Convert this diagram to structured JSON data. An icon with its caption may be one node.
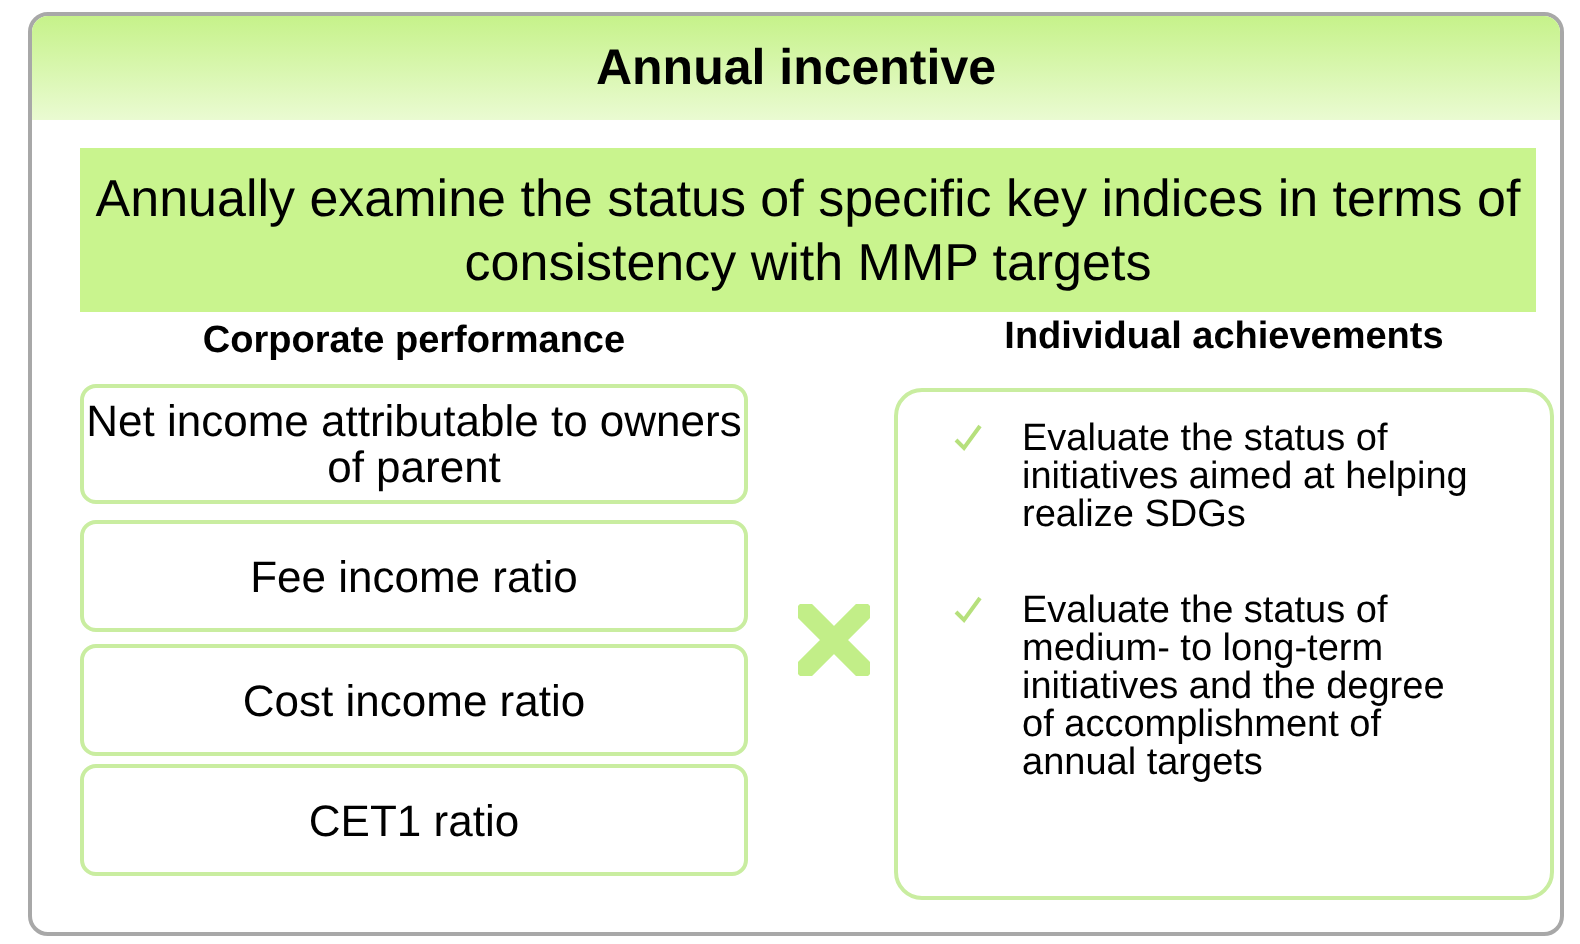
{
  "diagram": {
    "nodes": [
      {
        "text": [
          "Annual incentive"
        ]
      },
      {
        "text": [
          "Annually examine the status of specific key indices in terms of consistency with MMP targets"
        ],
        "in": 0
      },
      {
        "text": [
          "Net income attributable to owners of parent"
        ],
        "in": 0
      },
      {
        "text": [
          "Fee income ratio"
        ],
        "in": 0
      },
      {
        "text": [
          "Cost income ratio"
        ],
        "in": 0
      },
      {
        "text": [
          "CET1 ratio"
        ],
        "in": 0
      },
      {
        "text": [
          "Individual achievements",
          "Evaluate the status of initiatives aimed at helping realize SDGs",
          "Evaluate the status of medium- to long-term initiatives and the degree of accomplishment of annual targets"
        ],
        "in": 0
      }
    ],
    "edges": [],
    "labels": [
      "Corporate performance"
    ]
  }
}
